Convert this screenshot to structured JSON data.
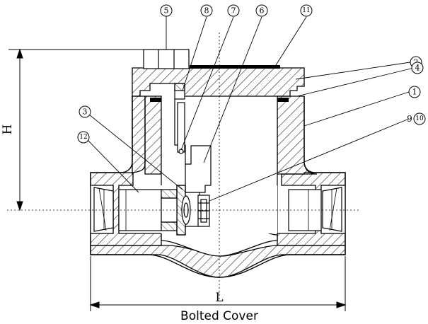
{
  "diagram": {
    "caption": "Bolted Cover",
    "dimension_height_label": "H",
    "dimension_length_label": "L",
    "callouts": [
      "⑤",
      "⑧",
      "⑦",
      "⑥",
      "⑪",
      "②",
      "④",
      "①",
      "③",
      "⑫",
      "9",
      "⑩"
    ]
  },
  "colors": {
    "line": "#000000",
    "background": "#ffffff",
    "gasket": "#000000"
  }
}
